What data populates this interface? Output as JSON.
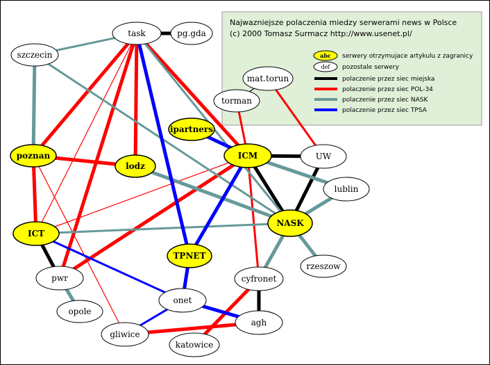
{
  "legend": {
    "title_line1": "Najwazniejsze polaczenia miedzy serwerami news w Polsce",
    "title_line2": "(c) 2000 Tomasz Surmacz    http://www.usenet.pl/",
    "sample_highlight": "abc",
    "sample_other": "def",
    "item_highlight": "serwery otrzymujace artykulu z zagranicy",
    "item_other": "pozostale serwery",
    "lines": [
      {
        "label": "polaczenie przez siec miejska",
        "color": "#000000"
      },
      {
        "label": "polaczenie przez siec POL-34",
        "color": "#ff0000"
      },
      {
        "label": "polaczenie przez siec NASK",
        "color": "#669999"
      },
      {
        "label": "polaczenie przez siec TPSA",
        "color": "#0000ff"
      }
    ]
  },
  "colors": {
    "highlight_fill": "#ffff00",
    "node_fill": "#ffffff",
    "legend_fill": "#e0f0d8"
  },
  "nodes": [
    {
      "id": "task",
      "label": "task",
      "highlight": false
    },
    {
      "id": "pggda",
      "label": "pg.gda",
      "highlight": false
    },
    {
      "id": "szczecin",
      "label": "szczecin",
      "highlight": false
    },
    {
      "id": "mattorun",
      "label": "mat.torun",
      "highlight": false
    },
    {
      "id": "torman",
      "label": "torman",
      "highlight": false
    },
    {
      "id": "ipartners",
      "label": "ipartners",
      "highlight": true
    },
    {
      "id": "poznan",
      "label": "poznan",
      "highlight": true
    },
    {
      "id": "lodz",
      "label": "lodz",
      "highlight": true
    },
    {
      "id": "icm",
      "label": "ICM",
      "highlight": true
    },
    {
      "id": "uw",
      "label": "UW",
      "highlight": false
    },
    {
      "id": "lublin",
      "label": "lublin",
      "highlight": false
    },
    {
      "id": "nask",
      "label": "NASK",
      "highlight": true
    },
    {
      "id": "ict",
      "label": "ICT",
      "highlight": true
    },
    {
      "id": "tpnet",
      "label": "TPNET",
      "highlight": true
    },
    {
      "id": "rzeszow",
      "label": "rzeszow",
      "highlight": false
    },
    {
      "id": "pwr",
      "label": "pwr",
      "highlight": false
    },
    {
      "id": "cyfronet",
      "label": "cyfronet",
      "highlight": false
    },
    {
      "id": "onet",
      "label": "onet",
      "highlight": false
    },
    {
      "id": "opole",
      "label": "opole",
      "highlight": false
    },
    {
      "id": "agh",
      "label": "agh",
      "highlight": false
    },
    {
      "id": "gliwice",
      "label": "gliwice",
      "highlight": false
    },
    {
      "id": "katowice",
      "label": "katowice",
      "highlight": false
    }
  ],
  "edges": [
    {
      "from": "task",
      "to": "pggda",
      "net": "miejska",
      "weight": "thick"
    },
    {
      "from": "mattorun",
      "to": "torman",
      "net": "miejska",
      "weight": "thin"
    },
    {
      "from": "icm",
      "to": "uw",
      "net": "miejska",
      "weight": "thick"
    },
    {
      "from": "icm",
      "to": "nask",
      "net": "miejska",
      "weight": "thick"
    },
    {
      "from": "uw",
      "to": "nask",
      "net": "miejska",
      "weight": "thick"
    },
    {
      "from": "ict",
      "to": "pwr",
      "net": "miejska",
      "weight": "thick"
    },
    {
      "from": "cyfronet",
      "to": "agh",
      "net": "miejska",
      "weight": "thick"
    },
    {
      "from": "task",
      "to": "poznan",
      "net": "pol34",
      "weight": "thick"
    },
    {
      "from": "task",
      "to": "lodz",
      "net": "pol34",
      "weight": "thick"
    },
    {
      "from": "task",
      "to": "icm",
      "net": "pol34",
      "weight": "thick"
    },
    {
      "from": "task",
      "to": "ict",
      "net": "pol34",
      "weight": "thin"
    },
    {
      "from": "task",
      "to": "pwr",
      "net": "pol34",
      "weight": "thick"
    },
    {
      "from": "poznan",
      "to": "lodz",
      "net": "pol34",
      "weight": "thick"
    },
    {
      "from": "poznan",
      "to": "ict",
      "net": "pol34",
      "weight": "thick"
    },
    {
      "from": "poznan",
      "to": "gliwice",
      "net": "pol34",
      "weight": "thin"
    },
    {
      "from": "mattorun",
      "to": "uw",
      "net": "pol34",
      "weight": "medium"
    },
    {
      "from": "torman",
      "to": "icm",
      "net": "pol34",
      "weight": "medium"
    },
    {
      "from": "icm",
      "to": "ict",
      "net": "pol34",
      "weight": "thin"
    },
    {
      "from": "icm",
      "to": "pwr",
      "net": "pol34",
      "weight": "thick"
    },
    {
      "from": "icm",
      "to": "cyfronet",
      "net": "pol34",
      "weight": "medium"
    },
    {
      "from": "cyfronet",
      "to": "katowice",
      "net": "pol34",
      "weight": "thick"
    },
    {
      "from": "gliwice",
      "to": "agh",
      "net": "pol34",
      "weight": "thick"
    },
    {
      "from": "task",
      "to": "szczecin",
      "net": "nask",
      "weight": "medium"
    },
    {
      "from": "szczecin",
      "to": "poznan",
      "net": "nask",
      "weight": "thick"
    },
    {
      "from": "szczecin",
      "to": "nask",
      "net": "nask",
      "weight": "medium"
    },
    {
      "from": "task",
      "to": "nask",
      "net": "nask",
      "weight": "medium"
    },
    {
      "from": "lodz",
      "to": "nask",
      "net": "nask",
      "weight": "thick"
    },
    {
      "from": "icm",
      "to": "lublin",
      "net": "nask",
      "weight": "thick"
    },
    {
      "from": "nask",
      "to": "lublin",
      "net": "nask",
      "weight": "thick"
    },
    {
      "from": "ict",
      "to": "nask",
      "net": "nask",
      "weight": "medium"
    },
    {
      "from": "pwr",
      "to": "opole",
      "net": "nask",
      "weight": "thick"
    },
    {
      "from": "nask",
      "to": "rzeszow",
      "net": "nask",
      "weight": "thick"
    },
    {
      "from": "nask",
      "to": "cyfronet",
      "net": "nask",
      "weight": "thick"
    },
    {
      "from": "task",
      "to": "tpnet",
      "net": "tpsa",
      "weight": "thick"
    },
    {
      "from": "ipartners",
      "to": "icm",
      "net": "tpsa",
      "weight": "thick"
    },
    {
      "from": "icm",
      "to": "tpnet",
      "net": "tpsa",
      "weight": "thick"
    },
    {
      "from": "tpnet",
      "to": "onet",
      "net": "tpsa",
      "weight": "thick"
    },
    {
      "from": "ict",
      "to": "onet",
      "net": "tpsa",
      "weight": "medium"
    },
    {
      "from": "onet",
      "to": "agh",
      "net": "tpsa",
      "weight": "thick"
    },
    {
      "from": "onet",
      "to": "gliwice",
      "net": "tpsa",
      "weight": "medium"
    }
  ]
}
